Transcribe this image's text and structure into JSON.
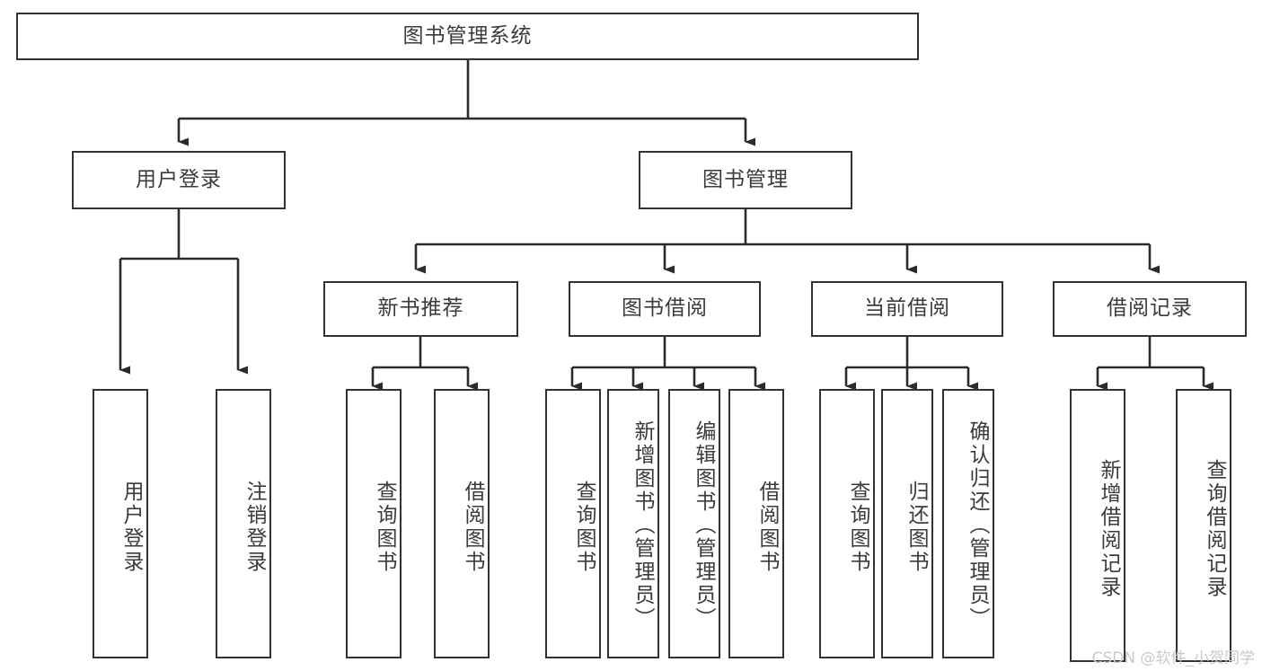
{
  "diagram": {
    "type": "tree-hierarchy-chart",
    "title": "图书管理系统",
    "line_color": "#333333",
    "box_fill": "#ffffff",
    "text_color": "#3b3b3b",
    "background": "#ffffff",
    "nodes": {
      "root": {
        "label": "图书管理系统"
      },
      "level1": [
        {
          "id": "user-login",
          "label": "用户登录"
        },
        {
          "id": "book-management",
          "label": "图书管理"
        }
      ],
      "level2": [
        {
          "id": "new-book-recommend",
          "label": "新书推荐"
        },
        {
          "id": "book-borrow",
          "label": "图书借阅"
        },
        {
          "id": "current-borrow",
          "label": "当前借阅"
        },
        {
          "id": "borrow-record",
          "label": "借阅记录"
        }
      ],
      "leaves": {
        "user_login": [
          {
            "id": "leaf-user-login",
            "label": "用户登录"
          },
          {
            "id": "leaf-logout-login",
            "label": "注销登录"
          }
        ],
        "new_book_recommend": [
          {
            "id": "leaf-query-book-1",
            "label": "查询图书"
          },
          {
            "id": "leaf-borrow-book-1",
            "label": "借阅图书"
          }
        ],
        "book_borrow": [
          {
            "id": "leaf-query-book-2",
            "label": "查询图书"
          },
          {
            "id": "leaf-add-book",
            "label": "新增图书（管理员）"
          },
          {
            "id": "leaf-edit-book",
            "label": "编辑图书（管理员）"
          },
          {
            "id": "leaf-borrow-book-2",
            "label": "借阅图书"
          }
        ],
        "current_borrow": [
          {
            "id": "leaf-query-book-3",
            "label": "查询图书"
          },
          {
            "id": "leaf-return-book",
            "label": "归还图书"
          },
          {
            "id": "leaf-confirm-return",
            "label": "确认归还（管理员）"
          }
        ],
        "borrow_record": [
          {
            "id": "leaf-add-borrow-record",
            "label": "新增借阅记录"
          },
          {
            "id": "leaf-query-borrow-record",
            "label": "查询借阅记录"
          }
        ]
      }
    }
  },
  "watermark": {
    "text": "CSDN @软件_小贺同学"
  }
}
